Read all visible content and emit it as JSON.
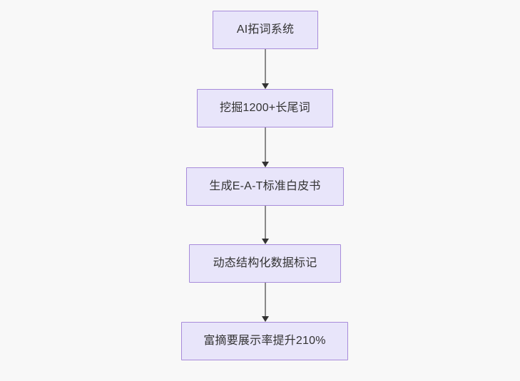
{
  "diagram": {
    "type": "flowchart",
    "direction": "top-to-bottom",
    "background_color": "#f8f8f8",
    "node_fill_color": "#e8e5fa",
    "node_border_color": "#a78bda",
    "node_text_color": "#333333",
    "edge_line_color": "#8a8a8a",
    "edge_arrow_color": "#333333",
    "nodes": [
      {
        "id": "node-1",
        "label": "AI拓词系统"
      },
      {
        "id": "node-2",
        "label": "挖掘1200+长尾词"
      },
      {
        "id": "node-3",
        "label": "生成E-A-T标准白皮书"
      },
      {
        "id": "node-4",
        "label": "动态结构化数据标记"
      },
      {
        "id": "node-5",
        "label": "富摘要展示率提升210%"
      }
    ],
    "edges": [
      {
        "id": "edge-1",
        "from": "node-1",
        "to": "node-2",
        "label": ""
      },
      {
        "id": "edge-2",
        "from": "node-2",
        "to": "node-3",
        "label": ""
      },
      {
        "id": "edge-3",
        "from": "node-3",
        "to": "node-4",
        "label": ""
      },
      {
        "id": "edge-4",
        "from": "node-4",
        "to": "node-5",
        "label": ""
      }
    ]
  }
}
